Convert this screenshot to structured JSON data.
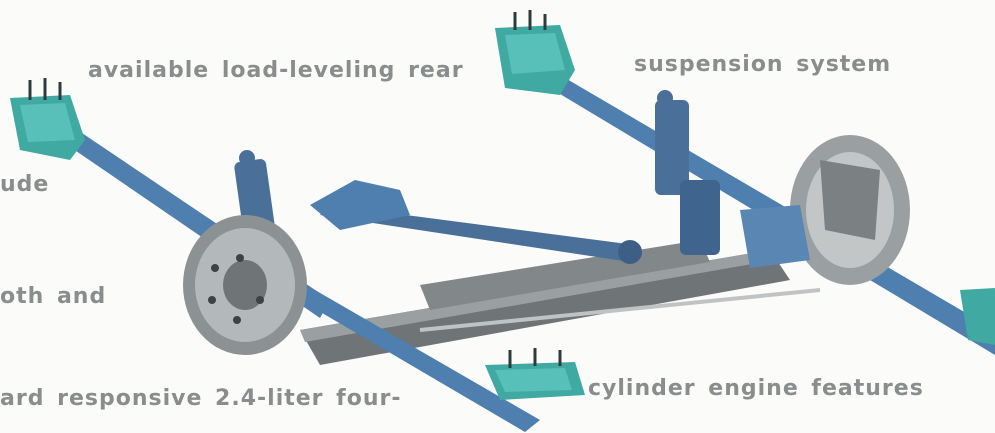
{
  "captions": {
    "line1": "available load-leveling rear",
    "line2": "suspension system",
    "line3": "ude",
    "line4": "oth and",
    "line5": "ard responsive 2.4-liter four-",
    "line6": "cylinder engine features"
  },
  "colors": {
    "arm_blue": "#4f7fae",
    "bracket_teal": "#3fa9a2",
    "axle_gray": "#6f7476",
    "shock_blue": "#4a6f98",
    "caption_gray": "#8a8d8d"
  }
}
